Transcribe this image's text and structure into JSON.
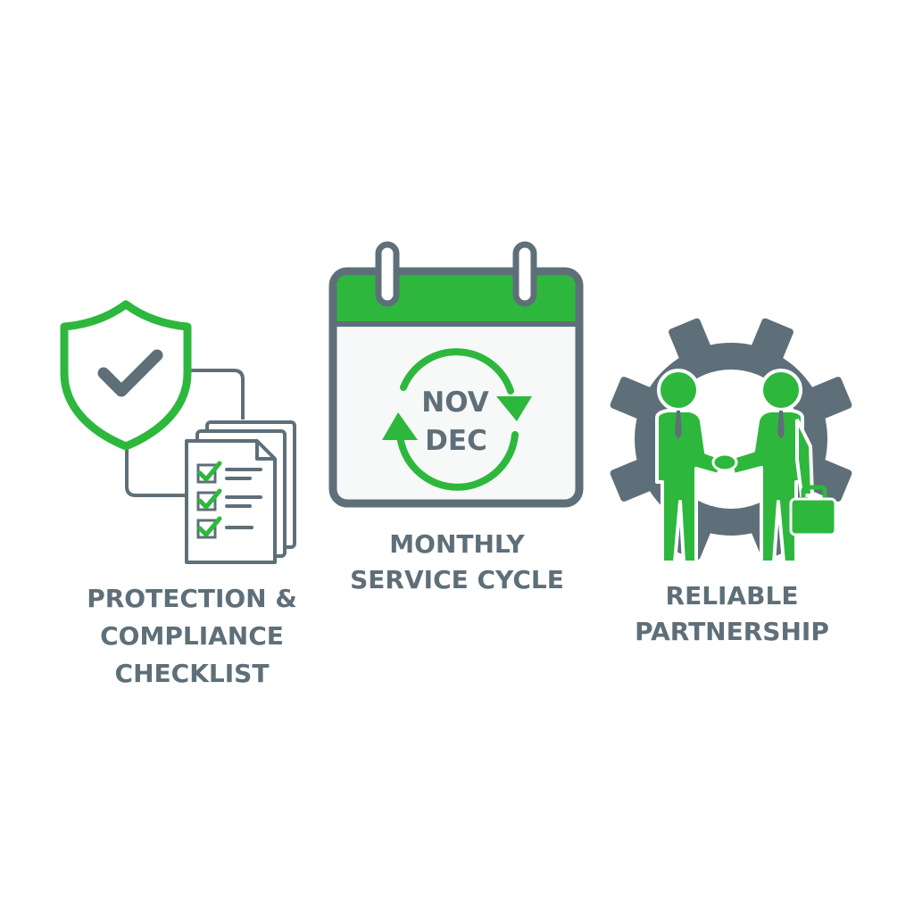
{
  "colors": {
    "green": "#2db83d",
    "gray": "#5e6f79",
    "text": "#5e6f79",
    "paper": "#ffffff",
    "calendar_fill": "#f7f8f8"
  },
  "panels": [
    {
      "id": "protection",
      "icons": [
        "shield-check-icon",
        "checklist-documents-icon"
      ],
      "label_lines": [
        "PROTECTION &",
        "COMPLIANCE",
        "CHECKLIST"
      ]
    },
    {
      "id": "service-cycle",
      "icons": [
        "calendar-icon",
        "refresh-cycle-icon"
      ],
      "calendar": {
        "month_top": "NOV",
        "month_bottom": "DEC"
      },
      "label_lines": [
        "MONTHLY",
        "SERVICE CYCLE"
      ]
    },
    {
      "id": "partnership",
      "icons": [
        "gear-icon",
        "handshake-people-icon",
        "briefcase-icon"
      ],
      "label_lines": [
        "RELIABLE",
        "PARTNERSHIP"
      ]
    }
  ]
}
